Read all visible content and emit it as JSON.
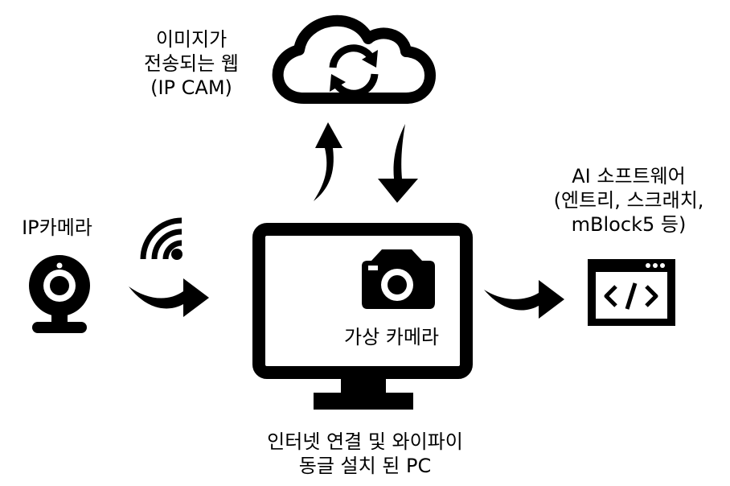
{
  "labels": {
    "web_cloud": [
      "이미지가",
      "전송되는 웹",
      "(IP CAM)"
    ],
    "ip_camera": "IP카메라",
    "ai_software": [
      "AI 소프트웨어",
      "(엔트리, 스크래치,",
      "mBlock5 등)"
    ],
    "virtual_camera": "가상 카메라",
    "pc": [
      "인터넷 연결 및 와이파이",
      "동글 설치 된 PC"
    ]
  },
  "icons": {
    "cloud": "cloud-sync-icon",
    "webcam": "webcam-icon",
    "wifi": "wifi-icon",
    "monitor": "monitor-icon",
    "camera": "camera-icon",
    "code_window": "code-window-icon"
  },
  "colors": {
    "foreground": "#000000",
    "background": "#ffffff"
  }
}
